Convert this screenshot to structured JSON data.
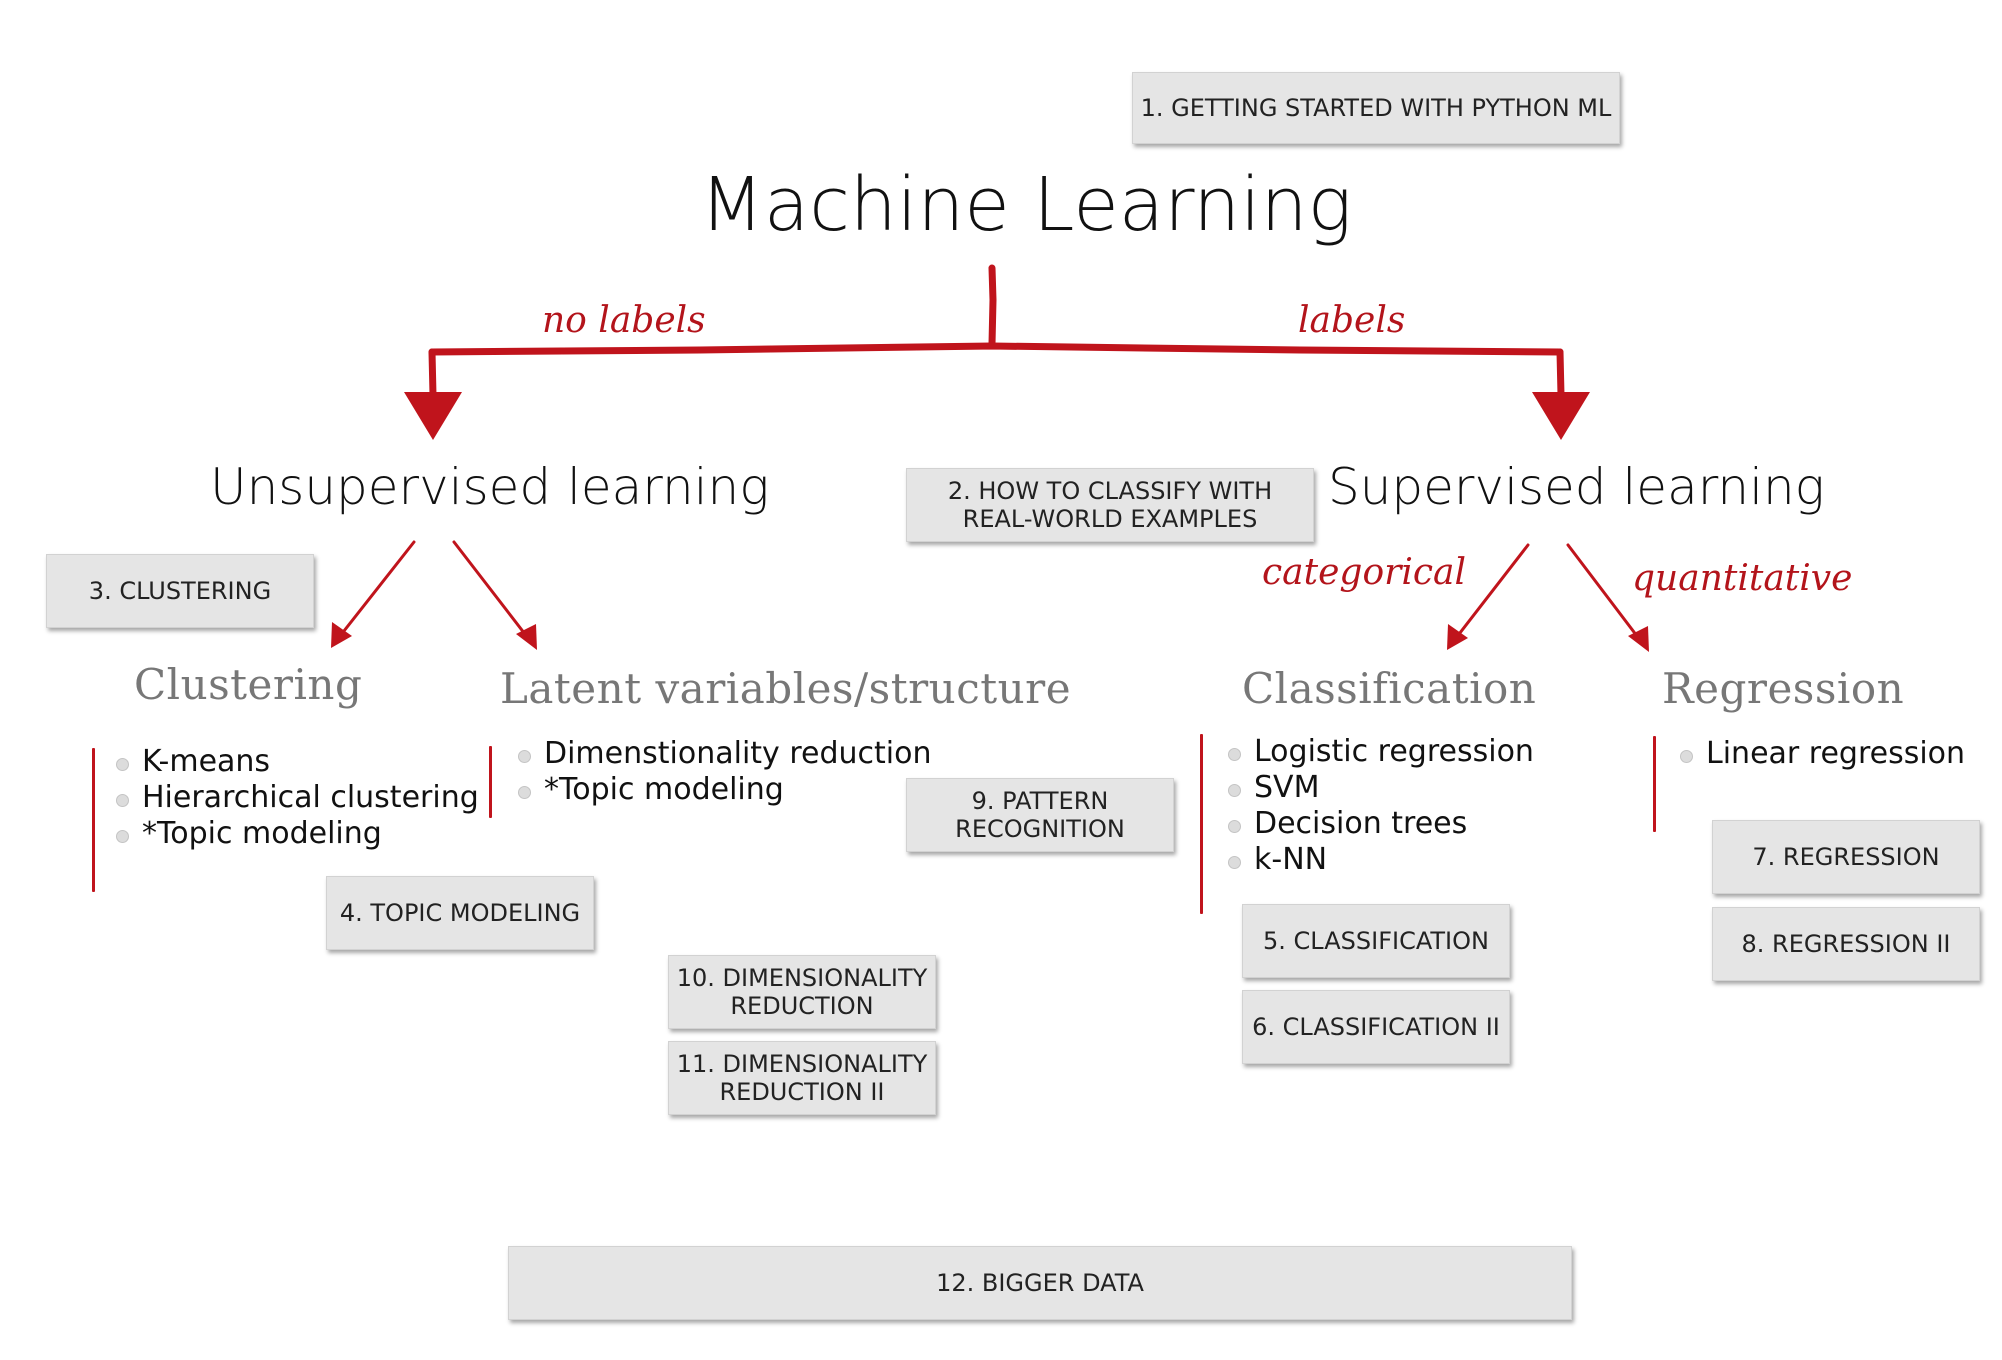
{
  "title": "Machine Learning",
  "branches": {
    "left_label": "no labels",
    "right_label": "labels",
    "categorical_label": "categorical",
    "quantitative_label": "quantitative"
  },
  "headings": {
    "unsupervised": "Unsupervised learning",
    "supervised": "Supervised learning"
  },
  "subheadings": {
    "clustering": "Clustering",
    "latent": "Latent variables/structure",
    "classification": "Classification",
    "regression": "Regression"
  },
  "lists": {
    "clustering": [
      "K-means",
      "Hierarchical clustering",
      "*Topic modeling"
    ],
    "latent": [
      "Dimenstionality reduction",
      "*Topic modeling"
    ],
    "classification": [
      "Logistic regression",
      "SVM",
      "Decision trees",
      "k-NN"
    ],
    "regression": [
      "Linear regression"
    ]
  },
  "chapters": {
    "c1": "1. GETTING STARTED WITH PYTHON ML",
    "c2": "2. HOW TO CLASSIFY WITH\nREAL-WORLD EXAMPLES",
    "c3": "3. CLUSTERING",
    "c4": "4. TOPIC MODELING",
    "c5": "5. CLASSIFICATION",
    "c6": "6. CLASSIFICATION II",
    "c7": "7. REGRESSION",
    "c8": "8. REGRESSION II",
    "c9": "9. PATTERN\nRECOGNITION",
    "c10": "10. DIMENSIONALITY\nREDUCTION",
    "c11": "11. DIMENSIONALITY\nREDUCTION II",
    "c12": "12. BIGGER DATA"
  },
  "colors": {
    "accent": "#c0141c",
    "box_fill": "#e5e5e5",
    "subheading": "#777777"
  }
}
